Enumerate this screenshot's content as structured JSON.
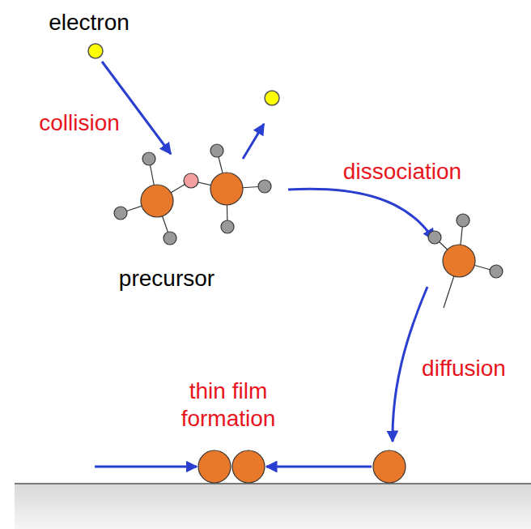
{
  "diagram": {
    "labels": [
      "electron",
      "collision",
      "precursor",
      "dissociation",
      "diffusion",
      "thin film formation"
    ]
  }
}
